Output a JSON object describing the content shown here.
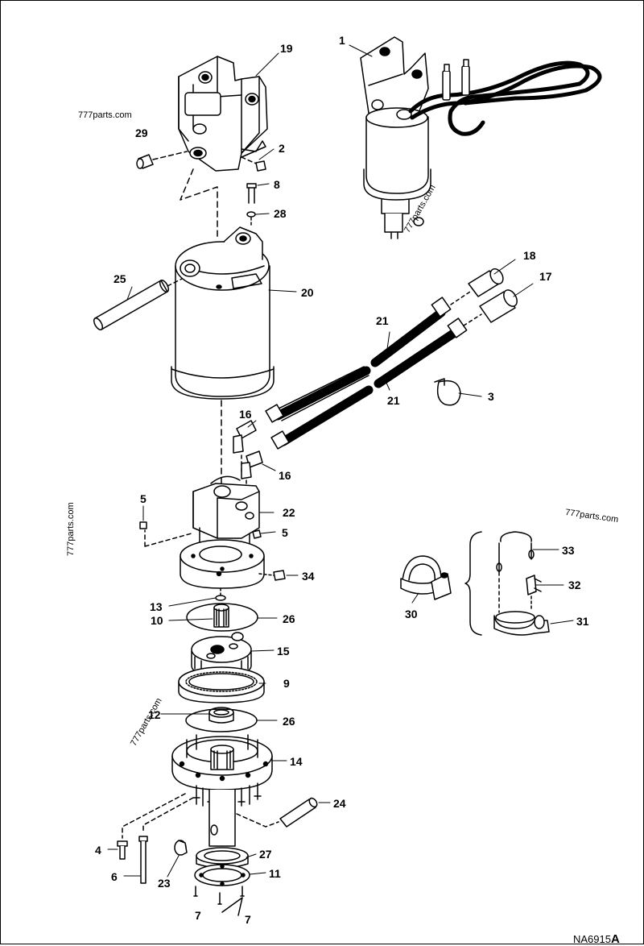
{
  "figure_code": "NA6915",
  "figure_revision": "A",
  "watermarks": [
    "777parts.com",
    "777parts.com",
    "777parts.com",
    "777parts.com",
    "777parts.com"
  ],
  "callouts": [
    {
      "id": "c1",
      "label": "1"
    },
    {
      "id": "c19",
      "label": "19"
    },
    {
      "id": "c29",
      "label": "29"
    },
    {
      "id": "c2",
      "label": "2"
    },
    {
      "id": "c8",
      "label": "8"
    },
    {
      "id": "c28",
      "label": "28"
    },
    {
      "id": "c25",
      "label": "25"
    },
    {
      "id": "c20",
      "label": "20"
    },
    {
      "id": "c18",
      "label": "18"
    },
    {
      "id": "c17",
      "label": "17"
    },
    {
      "id": "c21a",
      "label": "21"
    },
    {
      "id": "c21b",
      "label": "21"
    },
    {
      "id": "c3",
      "label": "3"
    },
    {
      "id": "c16a",
      "label": "16"
    },
    {
      "id": "c16b",
      "label": "16"
    },
    {
      "id": "c5a",
      "label": "5"
    },
    {
      "id": "c22",
      "label": "22"
    },
    {
      "id": "c5b",
      "label": "5"
    },
    {
      "id": "c34",
      "label": "34"
    },
    {
      "id": "c13",
      "label": "13"
    },
    {
      "id": "c10",
      "label": "10"
    },
    {
      "id": "c26a",
      "label": "26"
    },
    {
      "id": "c15",
      "label": "15"
    },
    {
      "id": "c9",
      "label": "9"
    },
    {
      "id": "c12",
      "label": "12"
    },
    {
      "id": "c26b",
      "label": "26"
    },
    {
      "id": "c14",
      "label": "14"
    },
    {
      "id": "c24",
      "label": "24"
    },
    {
      "id": "c4",
      "label": "4"
    },
    {
      "id": "c27",
      "label": "27"
    },
    {
      "id": "c6",
      "label": "6"
    },
    {
      "id": "c23",
      "label": "23"
    },
    {
      "id": "c11",
      "label": "11"
    },
    {
      "id": "c7a",
      "label": "7"
    },
    {
      "id": "c7b",
      "label": "7"
    },
    {
      "id": "c33",
      "label": "33"
    },
    {
      "id": "c32",
      "label": "32"
    },
    {
      "id": "c30",
      "label": "30"
    },
    {
      "id": "c31",
      "label": "31"
    }
  ]
}
